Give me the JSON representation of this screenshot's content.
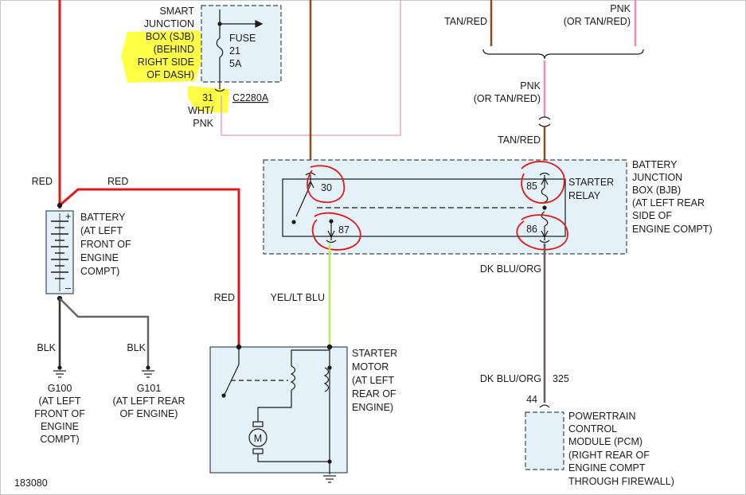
{
  "colors": {
    "red_wire": "#e01818",
    "brown_wire": "#8b4a1e",
    "pink_wire": "#f08cb4",
    "pink_frame": "#e9a8c4",
    "black_wire": "#333333",
    "gray_wire": "#666666",
    "green_wire": "#b5f05a",
    "dkblu_wire": "#203a7a",
    "orange_stripe": "#f08a2a",
    "box_fill": "#e4f1f8",
    "box_stroke": "#3a4a56",
    "highlight": "#ffff33",
    "annotation_red": "#e01818"
  },
  "sjb": {
    "title_lines": [
      "SMART",
      "JUNCTION",
      "BOX (SJB)",
      "(BEHIND",
      "RIGHT SIDE",
      "OF DASH)"
    ],
    "fuse_lines": [
      "FUSE",
      "21",
      "5A"
    ],
    "pin": "31",
    "wire_color": [
      "WHT/",
      "PNK"
    ],
    "connector": "C2280A"
  },
  "wires_top": {
    "tan_red": "TAN/RED",
    "pnk": "PNK",
    "or_tan_red": "(OR TAN/RED)"
  },
  "relay_feed": {
    "pnk": "PNK",
    "or_tan_red": "(OR TAN/RED)",
    "tan_red": "TAN/RED"
  },
  "bjb": {
    "title_lines": [
      "BATTERY",
      "JUNCTION",
      "BOX (BJB)",
      "(AT LEFT REAR",
      "SIDE OF",
      "ENGINE COMPT)"
    ],
    "relay_lines": [
      "STARTER",
      "RELAY"
    ],
    "pin30": "30",
    "pin87": "87",
    "pin85": "85",
    "pin86": "86"
  },
  "battery": {
    "label_lines": [
      "BATTERY",
      "(AT LEFT",
      "FRONT OF",
      "ENGINE",
      "COMPT)"
    ],
    "plus": "+",
    "minus": "–",
    "red_left": "RED",
    "red_right": "RED"
  },
  "grounds": {
    "blk_left": "BLK",
    "blk_right": "BLK",
    "g100_lines": [
      "G100",
      "(AT LEFT",
      "FRONT OF",
      "ENGINE",
      "COMPT)"
    ],
    "g101_lines": [
      "G101",
      "(AT LEFT REAR",
      "OF ENGINE)"
    ]
  },
  "starter": {
    "red": "RED",
    "yel_lt_blu": "YEL/LT BLU",
    "label_lines": [
      "STARTER",
      "MOTOR",
      "(AT LEFT",
      "REAR OF",
      "ENGINE)"
    ],
    "motor": "M"
  },
  "pcm": {
    "dk_blu_org_upper": "DK BLU/ORG",
    "dk_blu_org_lower": "DK BLU/ORG",
    "circuit": "325",
    "pin": "44",
    "label_lines": [
      "POWERTRAIN",
      "CONTROL",
      "MODULE (PCM)",
      "(RIGHT REAR OF",
      "ENGINE COMPT",
      "THROUGH FIREWALL)"
    ]
  },
  "figure_id": "183080"
}
